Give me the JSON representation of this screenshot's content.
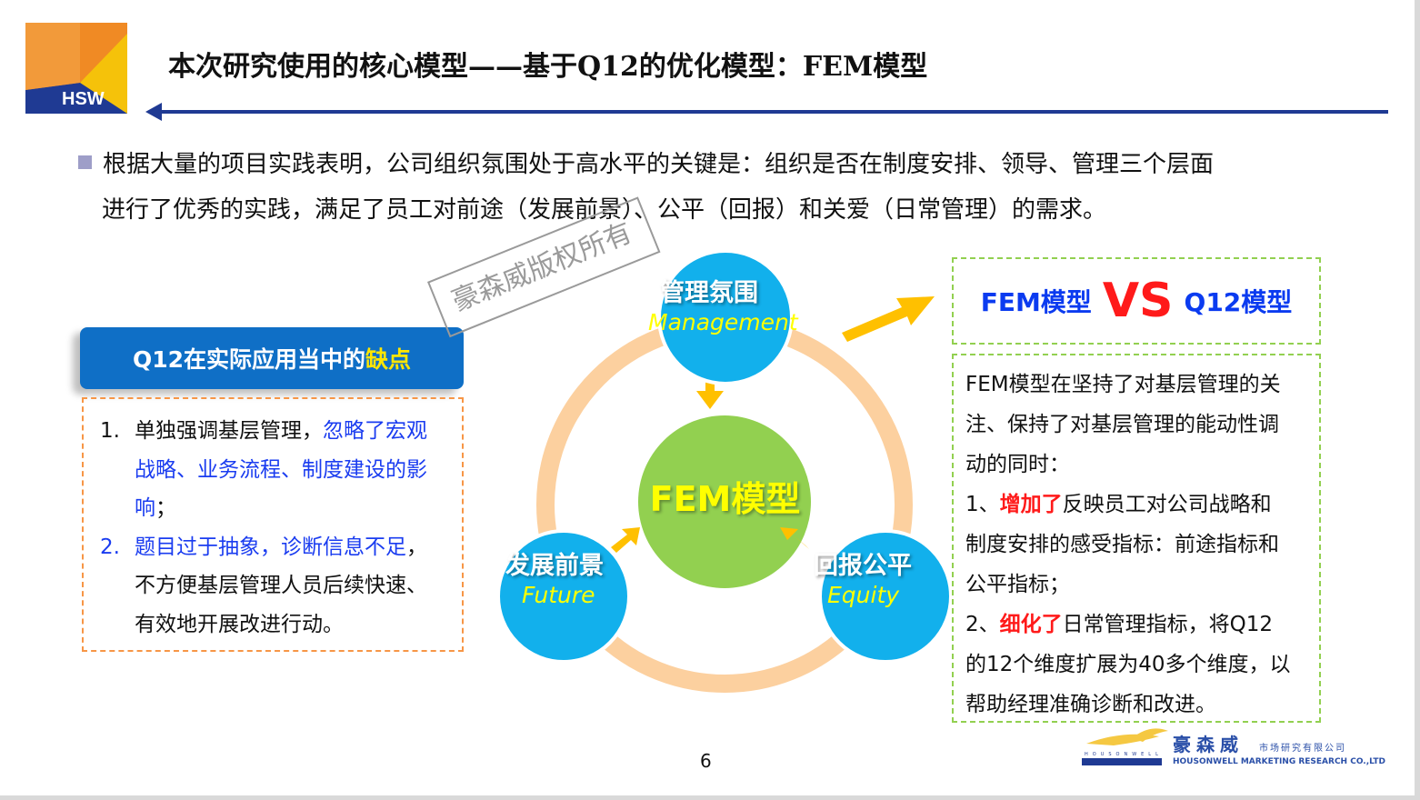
{
  "header": {
    "logo_text": "HSW",
    "title": "本次研究使用的核心模型——基于Q12的优化模型：FEM模型"
  },
  "intro": {
    "line1": "根据大量的项目实践表明，公司组织氛围处于高水平的关键是：组织是否在制度安排、领导、管理三个层面",
    "line2": "进行了优秀的实践，满足了员工对前途（发展前景）、公平（回报）和关爱（日常管理）的需求。"
  },
  "q12": {
    "heading_prefix": "Q12在实际应用当中的",
    "heading_highlight": "缺点",
    "items": [
      {
        "num": "1.",
        "plain": "单独强调基层管理，",
        "blue": "忽略了宏观",
        "blue2": "战略、业务流程、制度建设的影",
        "blue3": "响",
        "tail": "；"
      },
      {
        "num": "2.",
        "blue": "题目过于抽象，诊断信息不足",
        "tail": "，",
        "line2": "不方便基层管理人员后续快速、",
        "line3": "有效地开展改进行动。"
      }
    ]
  },
  "diagram": {
    "center": "FEM模型",
    "watermark": "豪森威版权所有",
    "nodes": [
      {
        "cn": "管理氛围",
        "en": "Management"
      },
      {
        "cn": "发展前景",
        "en": "Future"
      },
      {
        "cn": "回报公平",
        "en": "Equity"
      }
    ]
  },
  "compare": {
    "left": "FEM模型",
    "vs": "VS",
    "right": "Q12模型"
  },
  "fem": {
    "l1": "FEM模型在坚持了对基层管理的关",
    "l2": "注、保持了对基层管理的能动性调",
    "l3": "动的同时：",
    "p1_pre": "1、",
    "p1_red": "增加了",
    "p1_rest": "反映员工对公司战略和",
    "p1_l2": "制度安排的感受指标：前途指标和",
    "p1_l3": "公平指标；",
    "p2_pre": "2、",
    "p2_red": "细化了",
    "p2_rest": "日常管理指标，将Q12",
    "p2_l2": "的12个维度扩展为40多个维度，以",
    "p2_l3": "帮助经理准确诊断和改进。"
  },
  "footer": {
    "page": "6",
    "company_cn": "豪森威",
    "company_sub": "市场研究有限公司",
    "company_en": "HOUSONWELL MARKETING RESEARCH CO.,LTD",
    "logo_band": "HOUSONWELL"
  },
  "colors": {
    "blue": "#12b0ec",
    "green": "#92d050",
    "ring": "#fcd09f",
    "arrow": "#ffc000",
    "navy": "#1f3a93"
  }
}
